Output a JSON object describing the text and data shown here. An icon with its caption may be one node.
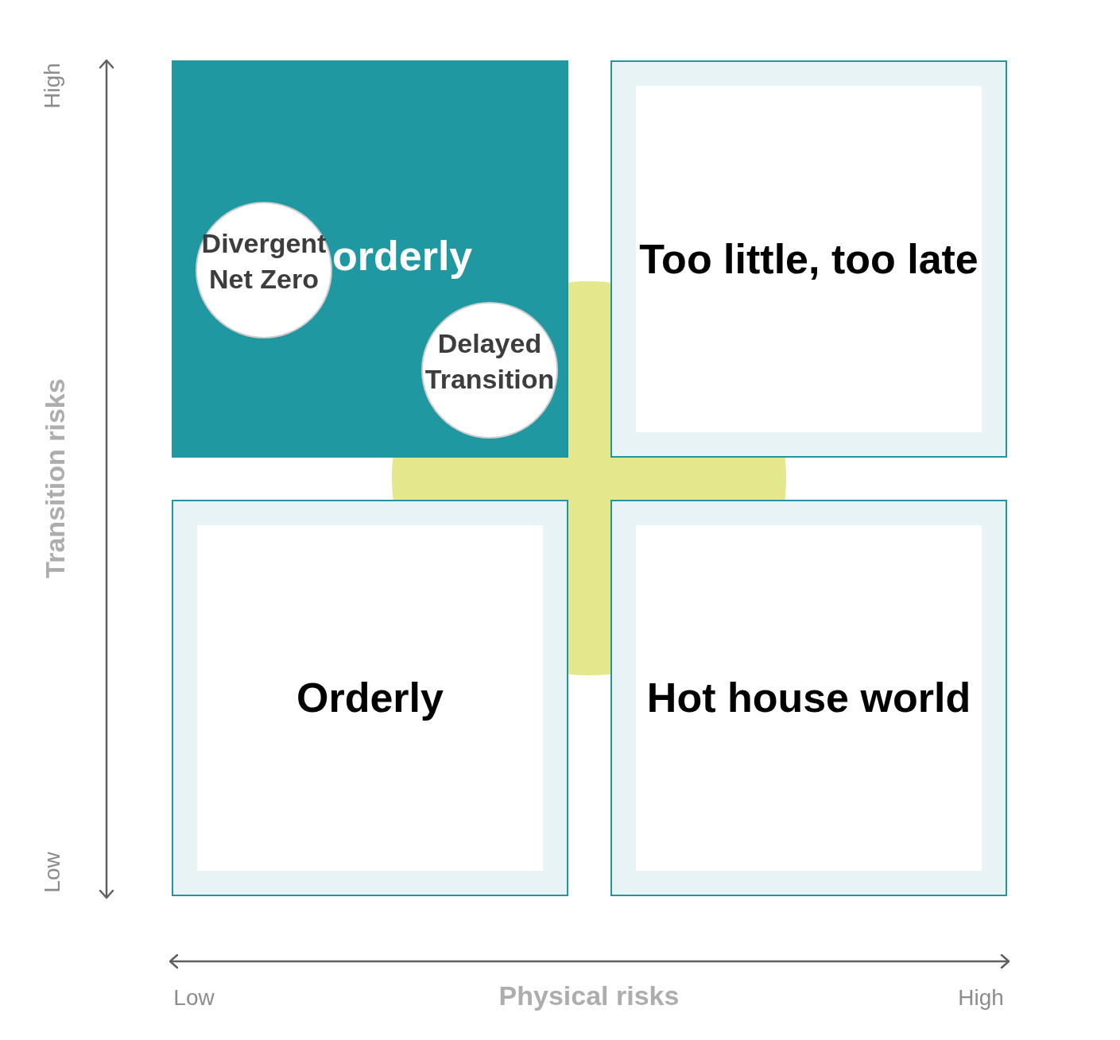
{
  "diagram": {
    "nodes": [
      {
        "text": [
          "orderly"
        ]
      },
      {
        "text": [
          "Divergent Net Zero"
        ],
        "in": 0
      },
      {
        "text": [
          "Delayed Transition"
        ],
        "in": 0
      },
      {
        "text": [
          "Too little, too late"
        ]
      },
      {
        "text": [
          "Orderly"
        ]
      },
      {
        "text": [
          "Hot house world"
        ]
      }
    ],
    "labels": [
      "High",
      "Transition risks",
      "Low",
      "Low",
      "Physical risks",
      "High"
    ]
  }
}
